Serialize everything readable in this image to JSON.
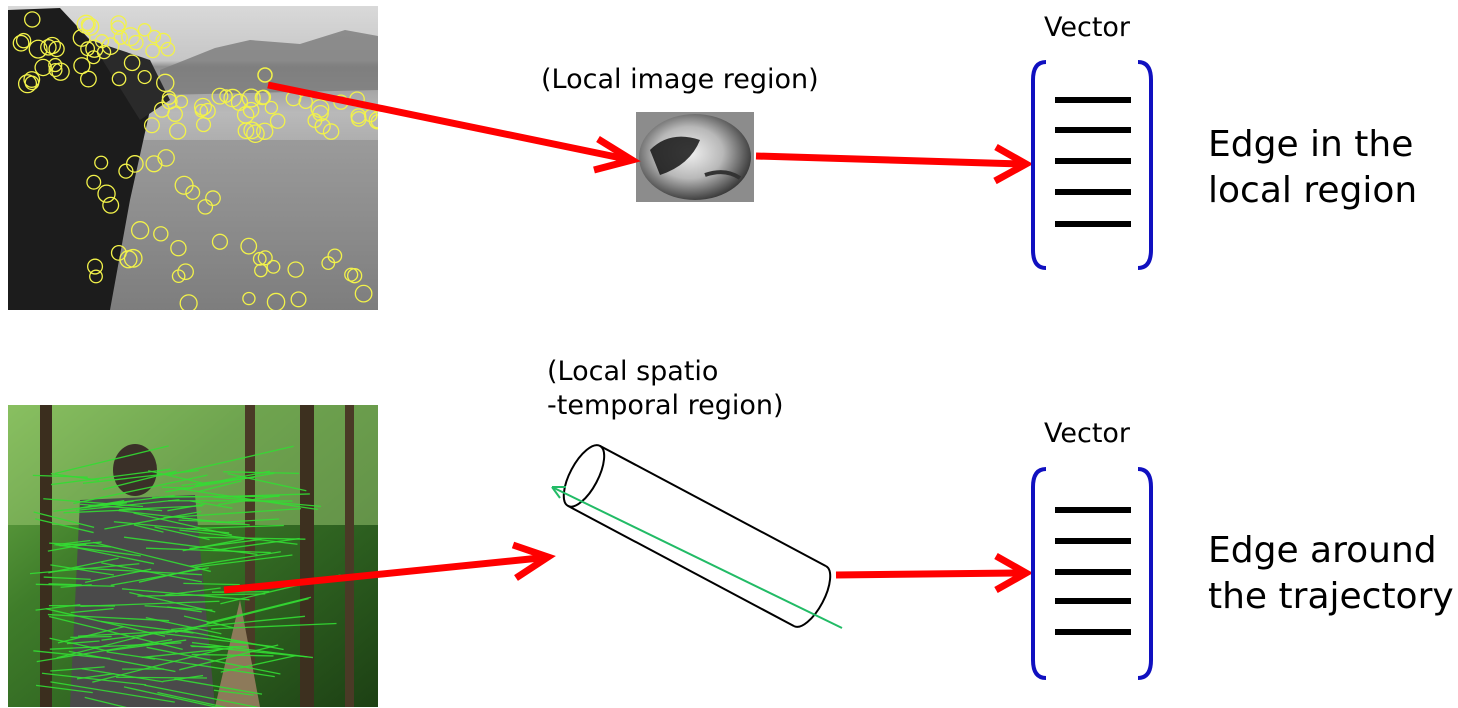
{
  "top_row": {
    "region_label": "(Local image region)",
    "vector_label": "Vector",
    "description_line1": "Edge in the",
    "description_line2": "local region"
  },
  "bottom_row": {
    "region_label_line1": "(Local spatio",
    "region_label_line2": "-temporal region)",
    "vector_label": "Vector",
    "description_line1": "Edge around",
    "description_line2": "the trajectory"
  },
  "colors": {
    "arrow": "#ff0000",
    "bracket": "#1010c0",
    "keypoint": "#f2f24a",
    "trajectory": "#33dd33",
    "vector_bars": "#000000"
  },
  "icons": {
    "photo_top": "grayscale-photo-with-keypoint-circles",
    "photo_bottom": "forest-photo-with-trajectory-lines",
    "patch": "grayscale-face-patch",
    "cylinder": "spatio-temporal-cylinder"
  }
}
